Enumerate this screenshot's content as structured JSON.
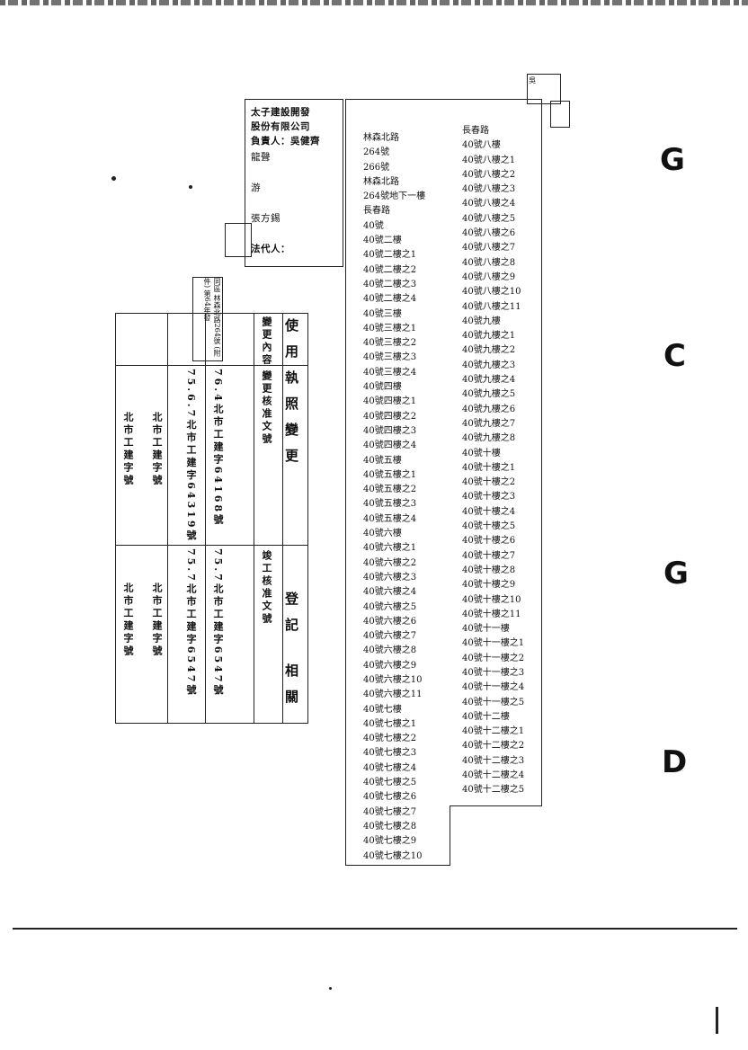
{
  "owner_box": {
    "lines": [
      "太子建設開發",
      "股份有限公司",
      "負責人：吳健齊",
      "龍聲",
      "游",
      "張方錫",
      "法代人："
    ]
  },
  "stamp": {
    "text": "吳"
  },
  "left_addresses": [
    "林森北路",
    "264號",
    "266號",
    "林森北路",
    "264號地下一樓",
    "長春路",
    "40號",
    "40號二樓",
    "40號二樓之1",
    "40號二樓之2",
    "40號二樓之3",
    "40號二樓之4",
    "40號三樓",
    "40號三樓之1",
    "40號三樓之2",
    "40號三樓之3",
    "40號三樓之4",
    "40號四樓",
    "40號四樓之1",
    "40號四樓之2",
    "40號四樓之3",
    "40號四樓之4",
    "40號五樓",
    "40號五樓之1",
    "40號五樓之2",
    "40號五樓之3",
    "40號五樓之4",
    "40號六樓",
    "40號六樓之1",
    "40號六樓之2",
    "40號六樓之3",
    "40號六樓之4",
    "40號六樓之5",
    "40號六樓之6",
    "40號六樓之7",
    "40號六樓之8",
    "40號六樓之9",
    "40號六樓之10",
    "40號六樓之11",
    "40號七樓",
    "40號七樓之1",
    "40號七樓之2",
    "40號七樓之3",
    "40號七樓之4",
    "40號七樓之5",
    "40號七樓之6",
    "40號七樓之7",
    "40號七樓之8",
    "40號七樓之9",
    "40號七樓之10"
  ],
  "right_addresses": [
    "長春路",
    "40號八樓",
    "40號八樓之1",
    "40號八樓之2",
    "40號八樓之3",
    "40號八樓之4",
    "40號八樓之5",
    "40號八樓之6",
    "40號八樓之7",
    "40號八樓之8",
    "40號八樓之9",
    "40號八樓之10",
    "40號八樓之11",
    "40號九樓",
    "40號九樓之1",
    "40號九樓之2",
    "40號九樓之3",
    "40號九樓之4",
    "40號九樓之5",
    "40號九樓之6",
    "40號九樓之7",
    "40號九樓之8",
    "40號十樓",
    "40號十樓之1",
    "40號十樓之2",
    "40號十樓之3",
    "40號十樓之4",
    "40號十樓之5",
    "40號十樓之6",
    "40號十樓之7",
    "40號十樓之8",
    "40號十樓之9",
    "40號十樓之10",
    "40號十樓之11",
    "40號十一樓",
    "40號十一樓之1",
    "40號十一樓之2",
    "40號十一樓之3",
    "40號十一樓之4",
    "40號十一樓之5",
    "40號十二樓",
    "40號十二樓之1",
    "40號十二樓之2",
    "40號十二樓之3",
    "40號十二樓之4",
    "40號十二樓之5"
  ],
  "table": {
    "header_left": "使用執照變更",
    "header_right": "登記",
    "header_far": "相關",
    "col_headers": [
      "變更內容",
      "變更核准文號",
      "竣工核准文號"
    ],
    "handwritten_note": "同區 林森北路264號 (附件) 第64年發",
    "rows": [
      {
        "approval": "76.4北市工建字64168號",
        "completion": "75.7北市工建字6547號"
      },
      {
        "approval": "75.6.7北市工建字64319號",
        "completion": "75.7北市工建字6547號"
      },
      {
        "approval": "北市工建字號",
        "completion": "北市工建字號"
      },
      {
        "approval": "北市工建字號",
        "completion": "北市工建字號"
      }
    ]
  }
}
